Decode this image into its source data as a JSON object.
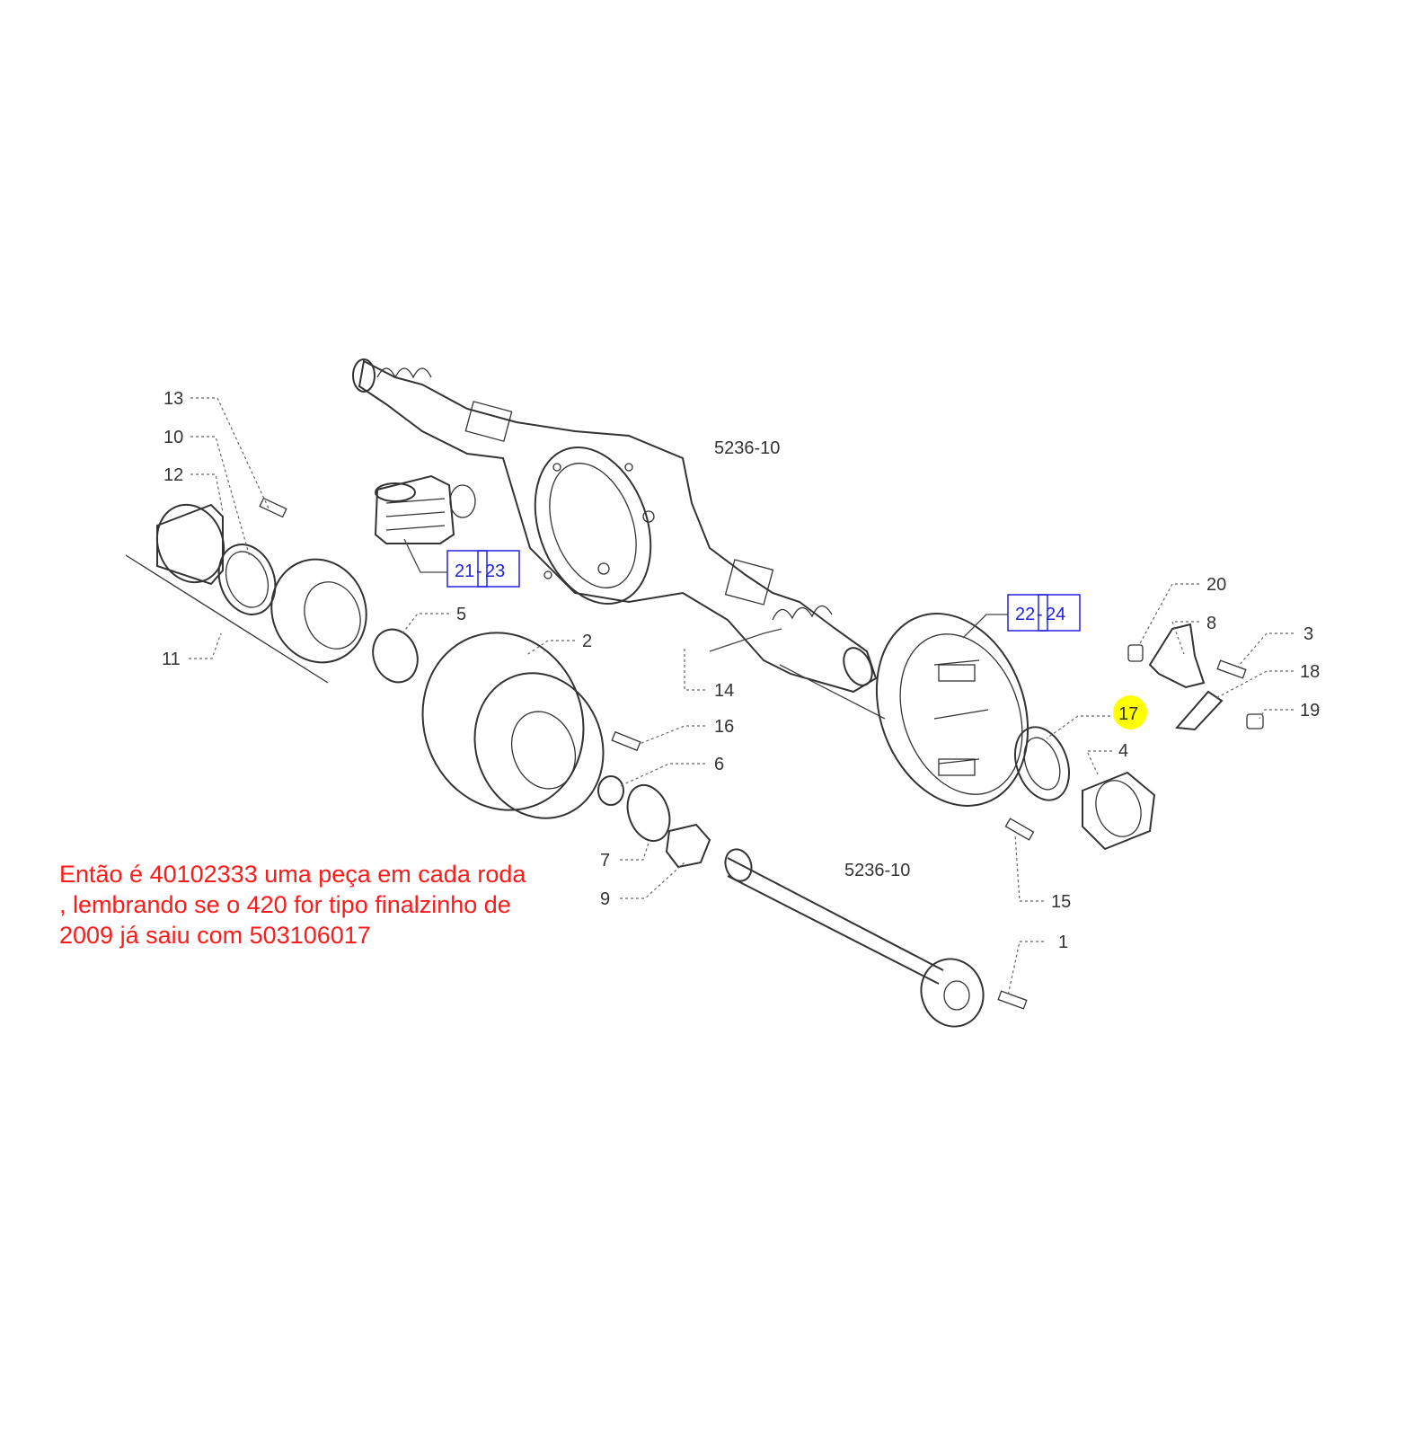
{
  "callouts": {
    "p1": "1",
    "p2": "2",
    "p3": "3",
    "p4": "4",
    "p5": "5",
    "p6": "6",
    "p7": "7",
    "p8": "8",
    "p9": "9",
    "p10": "10",
    "p11": "11",
    "p12": "12",
    "p13": "13",
    "p14": "14",
    "p15": "15",
    "p16": "16",
    "p17": "17",
    "p18": "18",
    "p19": "19",
    "p20": "20"
  },
  "refs": {
    "ref_21": "21",
    "ref_23": "23",
    "ref_22": "22",
    "ref_24": "24",
    "sep": "-",
    "group_upper": "5236-10",
    "group_lower": "5236-10"
  },
  "highlight_color": "#ffff00",
  "ref_color": "#2222dd",
  "note": {
    "color": "#ff1a1a",
    "lines": [
      "Então é 40102333 uma peça em cada roda",
      ", lembrando se o 420 for tipo finalzinho de",
      "2009 já saiu com 503106017"
    ]
  }
}
